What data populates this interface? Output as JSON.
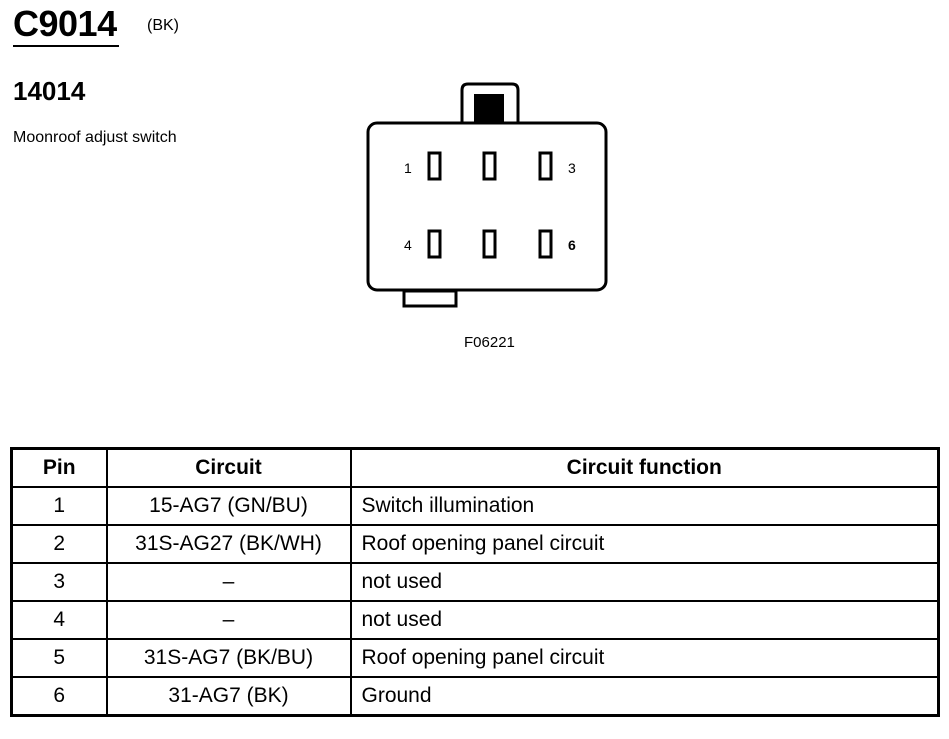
{
  "header": {
    "connector_id": "C9014",
    "connector_color": "(BK)",
    "part_number": "14014",
    "part_description": "Moonroof adjust switch"
  },
  "diagram": {
    "figure_ref": "F06221",
    "pin_labels": [
      "1",
      "3",
      "4",
      "6"
    ]
  },
  "table": {
    "headers": [
      "Pin",
      "Circuit",
      "Circuit function"
    ],
    "rows": [
      {
        "pin": "1",
        "circuit": "15-AG7 (GN/BU)",
        "function": "Switch illumination"
      },
      {
        "pin": "2",
        "circuit": "31S-AG27 (BK/WH)",
        "function": "Roof opening panel circuit"
      },
      {
        "pin": "3",
        "circuit": "–",
        "function": "not used"
      },
      {
        "pin": "4",
        "circuit": "–",
        "function": "not used"
      },
      {
        "pin": "5",
        "circuit": "31S-AG7 (BK/BU)",
        "function": "Roof opening panel circuit"
      },
      {
        "pin": "6",
        "circuit": "31-AG7 (BK)",
        "function": "Ground"
      }
    ]
  }
}
